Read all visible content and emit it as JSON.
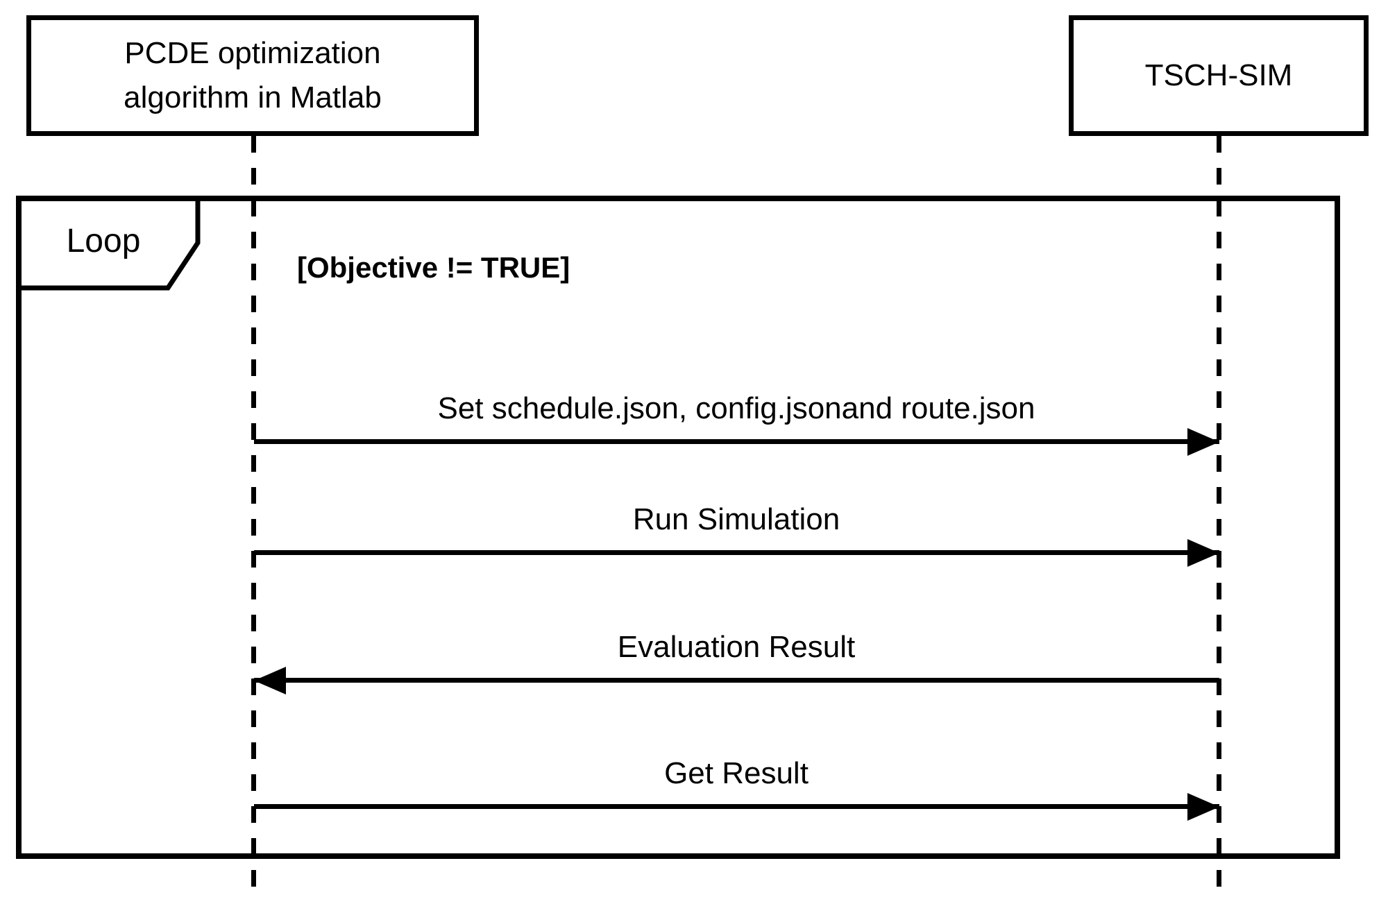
{
  "diagram": {
    "type": "uml-sequence-diagram",
    "actors": [
      {
        "id": "pcde",
        "label": "PCDE optimization algorithm in Matlab"
      },
      {
        "id": "tsch-sim",
        "label": "TSCH-SIM"
      }
    ],
    "loop_fragment": {
      "operator_label": "Loop",
      "guard_label": "[Objective != TRUE]"
    },
    "messages": [
      {
        "label": "Set schedule.json, config.jsonand route.json",
        "from": "pcde",
        "to": "tsch-sim",
        "direction": "right"
      },
      {
        "label": "Run Simulation",
        "from": "pcde",
        "to": "tsch-sim",
        "direction": "right"
      },
      {
        "label": "Evaluation Result",
        "from": "tsch-sim",
        "to": "pcde",
        "direction": "left"
      },
      {
        "label": "Get Result",
        "from": "pcde",
        "to": "tsch-sim",
        "direction": "right"
      }
    ],
    "colors": {
      "background": "#ffffff",
      "stroke": "#000000",
      "text": "#000000"
    }
  }
}
